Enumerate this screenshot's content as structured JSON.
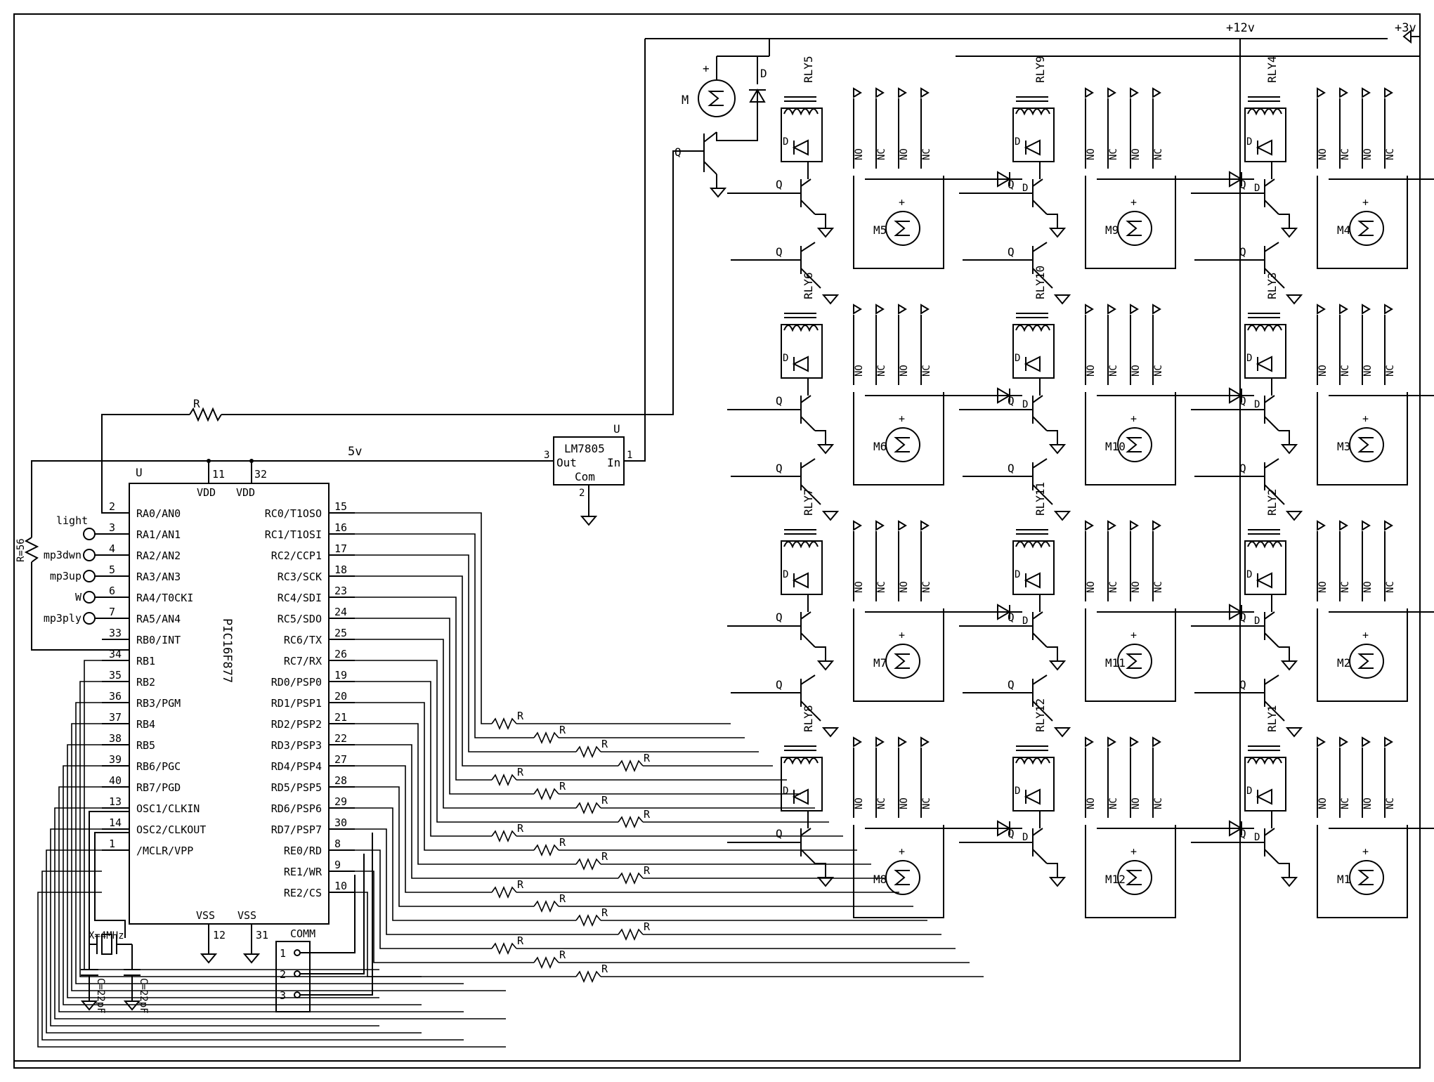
{
  "rails": {
    "v12": "+12v",
    "v3": "+3v",
    "v5": "5v"
  },
  "mcu": {
    "ref": "U",
    "part": "PIC16F877",
    "top_pins": [
      {
        "num": "11",
        "name": "VDD"
      },
      {
        "num": "32",
        "name": "VDD"
      }
    ],
    "bottom_pins": [
      {
        "num": "12",
        "name": "VSS"
      },
      {
        "num": "31",
        "name": "VSS"
      }
    ],
    "left_pins": [
      {
        "num": "2",
        "name": "RA0/AN0"
      },
      {
        "num": "3",
        "name": "RA1/AN1"
      },
      {
        "num": "4",
        "name": "RA2/AN2"
      },
      {
        "num": "5",
        "name": "RA3/AN3"
      },
      {
        "num": "6",
        "name": "RA4/T0CKI"
      },
      {
        "num": "7",
        "name": "RA5/AN4"
      },
      {
        "num": "33",
        "name": "RB0/INT"
      },
      {
        "num": "34",
        "name": "RB1"
      },
      {
        "num": "35",
        "name": "RB2"
      },
      {
        "num": "36",
        "name": "RB3/PGM"
      },
      {
        "num": "37",
        "name": "RB4"
      },
      {
        "num": "38",
        "name": "RB5"
      },
      {
        "num": "39",
        "name": "RB6/PGC"
      },
      {
        "num": "40",
        "name": "RB7/PGD"
      },
      {
        "num": "13",
        "name": "OSC1/CLKIN"
      },
      {
        "num": "14",
        "name": "OSC2/CLKOUT"
      },
      {
        "num": "1",
        "name": "/MCLR/VPP"
      }
    ],
    "right_pins": [
      {
        "num": "15",
        "name": "RC0/T1OSO"
      },
      {
        "num": "16",
        "name": "RC1/T1OSI"
      },
      {
        "num": "17",
        "name": "RC2/CCP1"
      },
      {
        "num": "18",
        "name": "RC3/SCK"
      },
      {
        "num": "23",
        "name": "RC4/SDI"
      },
      {
        "num": "24",
        "name": "RC5/SDO"
      },
      {
        "num": "25",
        "name": "RC6/TX"
      },
      {
        "num": "26",
        "name": "RC7/RX"
      },
      {
        "num": "19",
        "name": "RD0/PSP0"
      },
      {
        "num": "20",
        "name": "RD1/PSP1"
      },
      {
        "num": "21",
        "name": "RD2/PSP2"
      },
      {
        "num": "22",
        "name": "RD3/PSP3"
      },
      {
        "num": "27",
        "name": "RD4/PSP4"
      },
      {
        "num": "28",
        "name": "RD5/PSP5"
      },
      {
        "num": "29",
        "name": "RD6/PSP6"
      },
      {
        "num": "30",
        "name": "RD7/PSP7"
      },
      {
        "num": "8",
        "name": "RE0/RD"
      },
      {
        "num": "9",
        "name": "RE1/WR"
      },
      {
        "num": "10",
        "name": "RE2/CS"
      }
    ]
  },
  "inputs": [
    "light",
    "mp3dwn",
    "mp3up",
    "W",
    "mp3ply"
  ],
  "regulator": {
    "ref": "U",
    "part": "LM7805",
    "out_label": "Out",
    "in_label": "In",
    "com_label": "Com",
    "pin_out": "3",
    "pin_in": "1",
    "pin_com": "2"
  },
  "pullup": {
    "label": "R=56"
  },
  "feed_resistor": "R",
  "crystal": {
    "label": "X=4MHz",
    "cap_label": "C=22pF"
  },
  "comm": {
    "label": "COMM",
    "pins": [
      "1",
      "2",
      "3"
    ]
  },
  "main_motor": {
    "motor": "M",
    "diode": "D",
    "transistor": "Q"
  },
  "symbols": {
    "transistor": "Q",
    "diode": "D",
    "resistor": "R",
    "no": "NO",
    "nc": "NC",
    "plus": "+"
  },
  "relay_columns": [
    {
      "cells": [
        {
          "relay": "RLY5",
          "motor": "M5",
          "lower": "RLY6"
        },
        {
          "relay": "RLY6",
          "motor": "M6",
          "lower": "RLY7"
        },
        {
          "relay": "RLY7",
          "motor": "M7",
          "lower": "RLY8"
        },
        {
          "relay": "RLY8",
          "motor": "M8",
          "lower": ""
        }
      ]
    },
    {
      "cells": [
        {
          "relay": "RLY9",
          "motor": "M9",
          "lower": "RLY10"
        },
        {
          "relay": "RLY10",
          "motor": "M10",
          "lower": "RLY11"
        },
        {
          "relay": "RLY11",
          "motor": "M11",
          "lower": "RLY12"
        },
        {
          "relay": "RLY12",
          "motor": "M12",
          "lower": ""
        }
      ]
    },
    {
      "cells": [
        {
          "relay": "RLY4",
          "motor": "M4",
          "lower": "RLY3"
        },
        {
          "relay": "RLY3",
          "motor": "M3",
          "lower": "RLY2"
        },
        {
          "relay": "RLY2",
          "motor": "M2",
          "lower": "RLY1"
        },
        {
          "relay": "RLY1",
          "motor": "M1",
          "lower": ""
        }
      ]
    }
  ]
}
